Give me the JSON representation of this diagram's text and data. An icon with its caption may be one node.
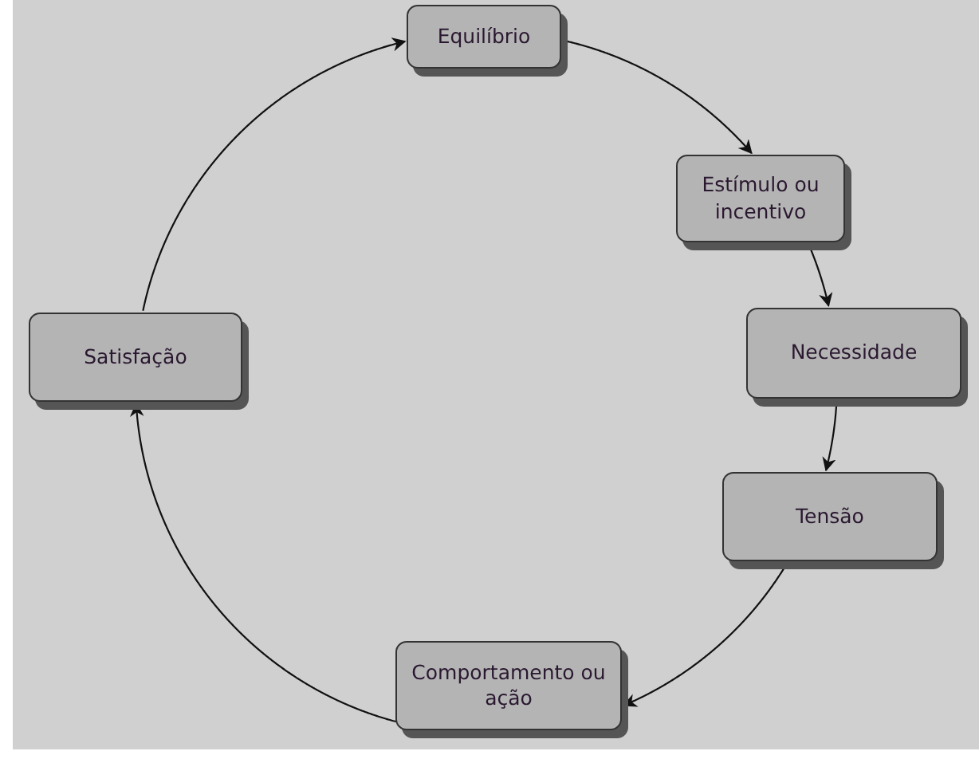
{
  "diagram": {
    "nodes": [
      {
        "text": [
          "Equilíbrio"
        ]
      },
      {
        "text": [
          "Estímulo ou incentivo"
        ]
      },
      {
        "text": [
          "Necessidade"
        ]
      },
      {
        "text": [
          "Tensão"
        ]
      },
      {
        "text": [
          "Comportamento ou ação"
        ]
      },
      {
        "text": [
          "Satisfação"
        ]
      }
    ],
    "edges": [
      {
        "from": 0,
        "to": 1,
        "arrow": "to"
      },
      {
        "from": 1,
        "to": 2,
        "arrow": "to"
      },
      {
        "from": 2,
        "to": 3,
        "arrow": "to"
      },
      {
        "from": 3,
        "to": 4,
        "arrow": "to"
      },
      {
        "from": 4,
        "to": 5,
        "arrow": "to"
      },
      {
        "from": 5,
        "to": 0,
        "arrow": "to"
      }
    ]
  }
}
